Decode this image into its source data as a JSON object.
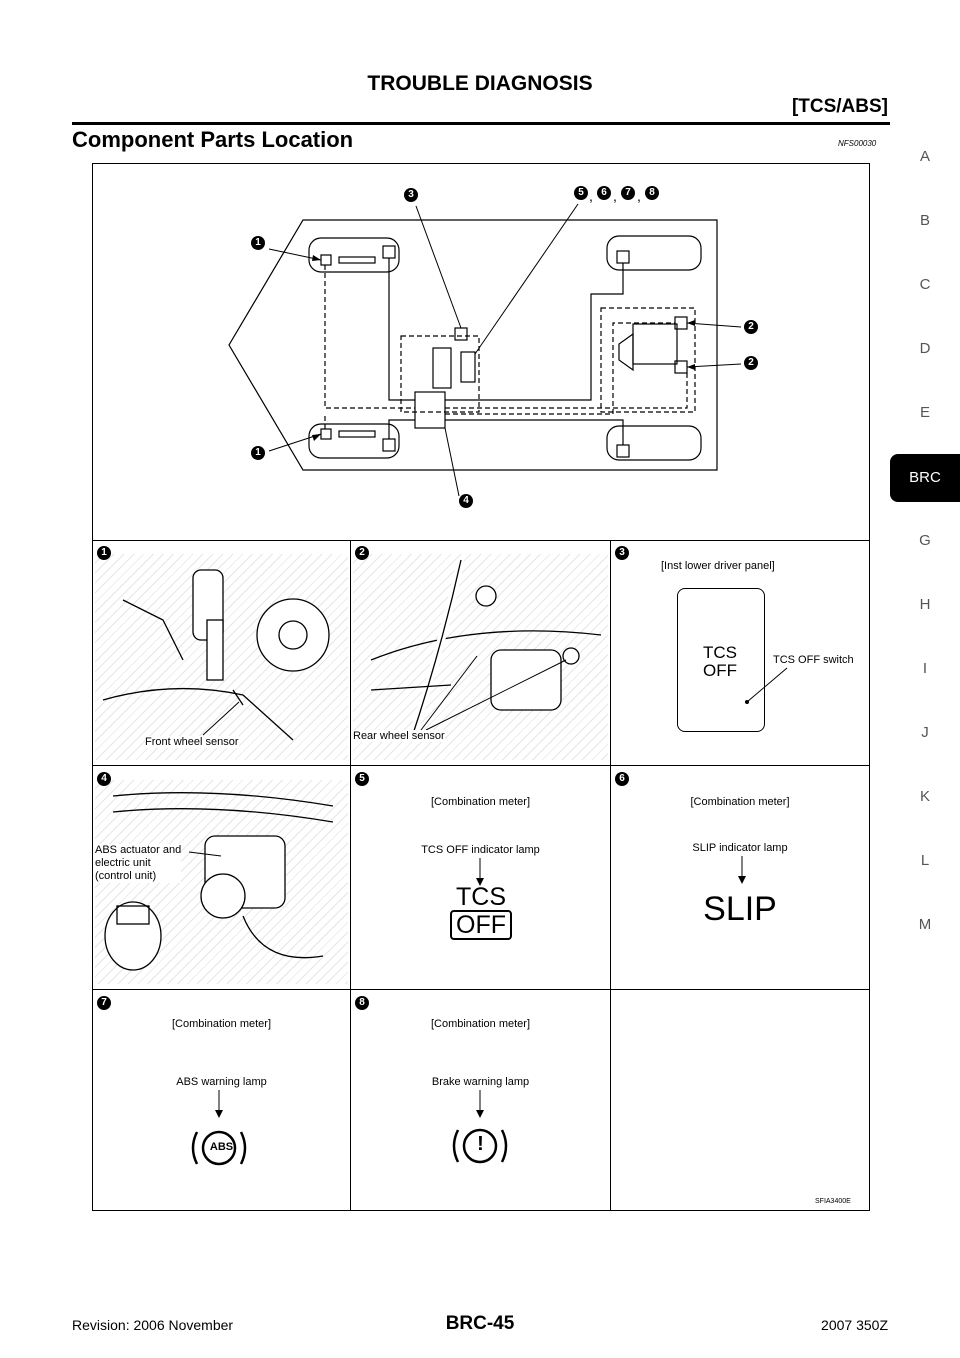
{
  "header": {
    "title": "TROUBLE DIAGNOSIS",
    "subtitle": "[TCS/ABS]"
  },
  "section": {
    "title": "Component Parts Location",
    "code": "NFS00030"
  },
  "sidebar": {
    "items": [
      "A",
      "B",
      "C",
      "D",
      "E",
      "BRC",
      "G",
      "H",
      "I",
      "J",
      "K",
      "L",
      "M"
    ],
    "active": "BRC"
  },
  "diagram": {
    "callouts_top": [
      "3",
      "5",
      "6",
      "7",
      "8"
    ],
    "callouts_left": [
      "1",
      "1"
    ],
    "callouts_right": [
      "2",
      "2"
    ],
    "callout_bottom": "4",
    "separator": ","
  },
  "panels": [
    {
      "num": "1",
      "caption": "Front wheel sensor"
    },
    {
      "num": "2",
      "caption": "Rear wheel sensor"
    },
    {
      "num": "3",
      "heading": "[Inst lower driver panel]",
      "switch_text": [
        "TCS",
        "OFF"
      ],
      "caption": "TCS OFF switch"
    },
    {
      "num": "4",
      "caption_lines": [
        "ABS actuator and",
        "electric unit",
        "(control unit)"
      ]
    },
    {
      "num": "5",
      "heading": "[Combination meter]",
      "caption": "TCS OFF indicator lamp",
      "lamp_lines": [
        "TCS",
        "OFF"
      ]
    },
    {
      "num": "6",
      "heading": "[Combination meter]",
      "caption": "SLIP indicator lamp",
      "lamp": "SLIP"
    },
    {
      "num": "7",
      "heading": "[Combination meter]",
      "caption": "ABS warning lamp",
      "lamp": "ABS"
    },
    {
      "num": "8",
      "heading": "[Combination meter]",
      "caption": "Brake warning lamp",
      "lamp": "!"
    }
  ],
  "figure_code": "SFIA3400E",
  "footer": {
    "left": "Revision: 2006 November",
    "center": "BRC-45",
    "right": "2007 350Z"
  }
}
